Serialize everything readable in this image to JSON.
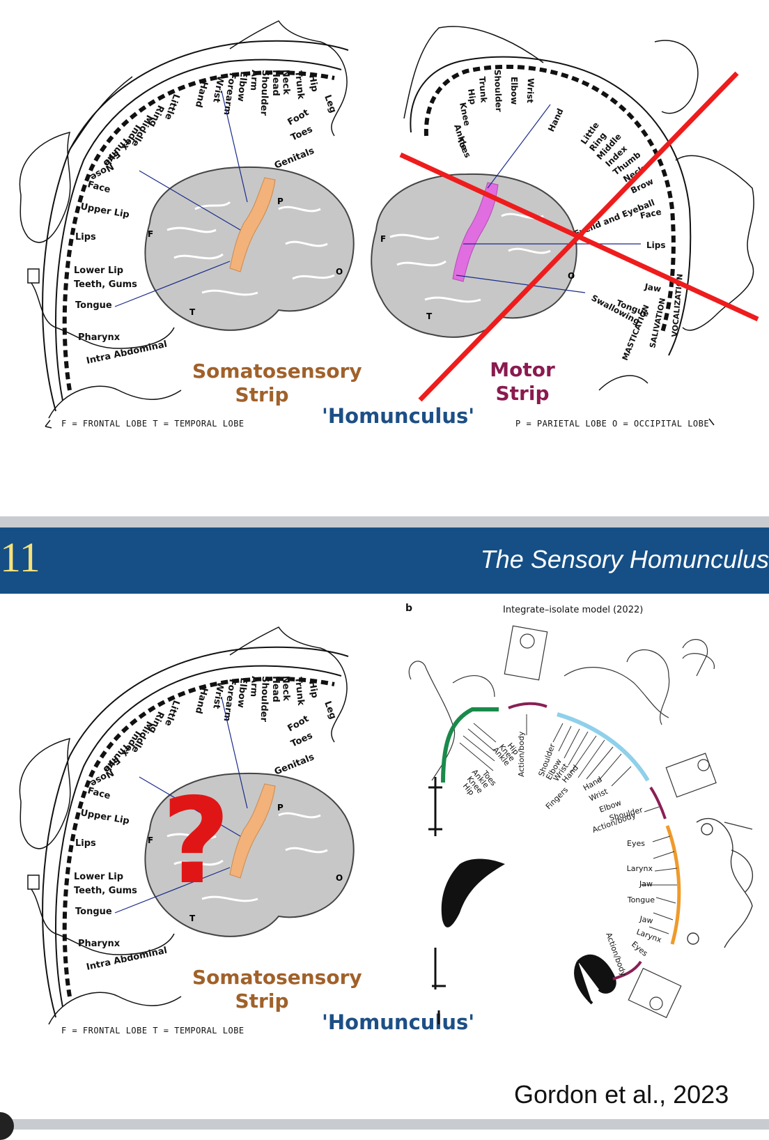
{
  "top": {
    "sensory_labels": [
      "Hip",
      "Trunk",
      "Neck",
      "Head",
      "Shoulder",
      "Arm",
      "Elbow",
      "Forearm",
      "Wrist",
      "Hand",
      "Little",
      "Ring",
      "Middle",
      "Index",
      "Thumb",
      "Eye",
      "Nose",
      "Face",
      "Upper Lip",
      "Lips",
      "Lower Lip",
      "Teeth, Gums",
      "Tongue",
      "Pharynx",
      "Intra Abdominal",
      "Leg",
      "Foot",
      "Toes",
      "Genitals"
    ],
    "motor_labels": [
      "Toes",
      "Ankle",
      "Knee",
      "Hip",
      "Trunk",
      "Shoulder",
      "Elbow",
      "Wrist",
      "Hand",
      "Little",
      "Ring",
      "Middle",
      "Index",
      "Thumb",
      "Neck",
      "Brow",
      "Eyelid and Eyeball",
      "Face",
      "Lips",
      "Jaw",
      "Tongue",
      "Swallowing",
      "MASTICATION",
      "SALIVATION",
      "VOCALIZATION"
    ],
    "lobe_letters": {
      "frontal": "F",
      "parietal": "P",
      "temporal": "T",
      "occipital": "O"
    },
    "somatosensory_title": [
      "Somatosensory",
      "Strip"
    ],
    "motor_title": [
      "Motor",
      "Strip"
    ],
    "homunculus_title": "'Homunculus'",
    "left_key": "F = FRONTAL LOBE   T = TEMPORAL LOBE",
    "right_key": "P = PARIETAL LOBE   O = OCCIPITAL LOBE"
  },
  "header": {
    "slide_number": "11",
    "title": "The Sensory Homunculus"
  },
  "bottom": {
    "question_mark": "?",
    "somatosensory_title": [
      "Somatosensory",
      "Strip"
    ],
    "homunculus_title": "'Homunculus'",
    "left_key": "F = FRONTAL LOBE   T = TEMPORAL LOBE",
    "model": {
      "panel_letter": "b",
      "title": "Integrate–isolate model (2022)",
      "foot_labels": [
        "Hip",
        "Knee",
        "Ankle",
        "Toes",
        "Ankle",
        "Knee",
        "Hip"
      ],
      "action_labels": [
        "Action/body",
        "Action/body",
        "Action/body"
      ],
      "hand_labels": [
        "Shoulder",
        "Elbow",
        "Wrist",
        "Hand",
        "Fingers",
        "Hand",
        "Wrist",
        "Elbow",
        "Shoulder"
      ],
      "mouth_labels": [
        "Eyes",
        "Larynx",
        "Jaw",
        "Tongue",
        "Jaw",
        "Larynx",
        "Eyes"
      ],
      "colors": {
        "foot": "#1a8a4a",
        "action": "#8a1f55",
        "hand": "#8fd0ea",
        "mouth": "#ef9a2a"
      }
    },
    "citation": "Gordon et al., 2023"
  },
  "colors": {
    "header_bg": "#154f86",
    "slide_number": "#f6e27a",
    "sensory_strip": "#f2b27a",
    "motor_strip": "#e06ee0",
    "cross": "#ee1c1c",
    "question": "#e01616"
  }
}
